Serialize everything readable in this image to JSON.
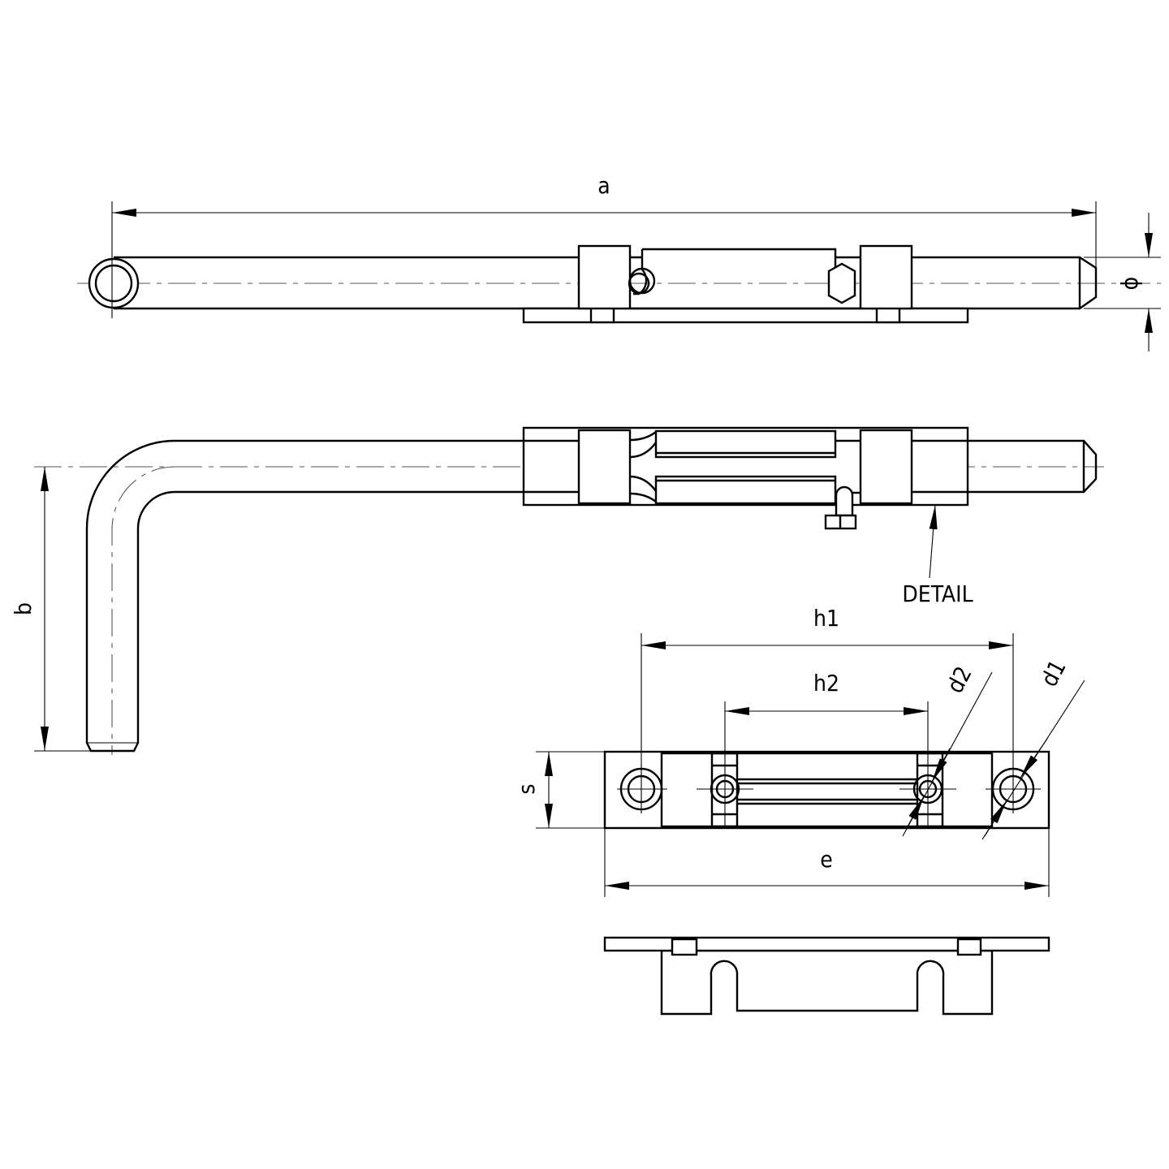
{
  "drawing": {
    "dimension_labels": {
      "a": "a",
      "phi": "ϕ",
      "b": "b",
      "h1": "h1",
      "h2": "h2",
      "d1": "d1",
      "d2": "d2",
      "s": "s",
      "e": "e"
    },
    "detail_label": "DETAIL"
  }
}
